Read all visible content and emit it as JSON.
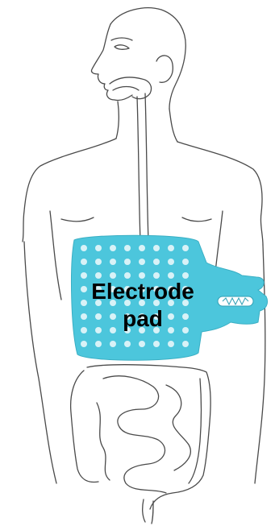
{
  "diagram": {
    "pad_label_line1": "Electrode",
    "pad_label_line2": "pad",
    "colors": {
      "pad_fill": "#4cc6dc",
      "pad_dots": "#d8f2f7",
      "outline": "#4a4a4a",
      "background": "#ffffff"
    },
    "icons": {
      "body": "human-torso-outline",
      "tract": "digestive-tract",
      "pad": "electrode-pad-icon",
      "connector": "snap-connector-icon"
    }
  }
}
